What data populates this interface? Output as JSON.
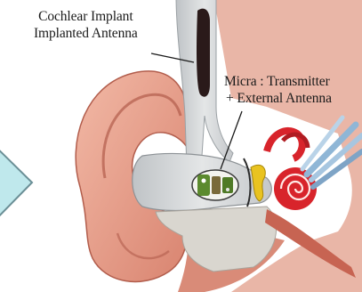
{
  "labels": {
    "cochlear_line1": "Cochlear Implant",
    "cochlear_line2": "Implanted Antenna",
    "micra_line1": "Micra : Transmitter",
    "micra_line2": "+ External Antenna"
  },
  "colors": {
    "arrow_fill": "#bfe8ec",
    "arrow_stroke": "#6b8f96",
    "skin": "#e8a390",
    "skin_shadow": "#c97262",
    "canal_gray": "#cfd2d4",
    "bone": "#d9d6cf",
    "antenna": "#2a1a1a",
    "cochlea": "#d8242b",
    "nerve": "#8fb6d6",
    "ossicle": "#e9c320",
    "device_green": "#5b8a2e"
  }
}
